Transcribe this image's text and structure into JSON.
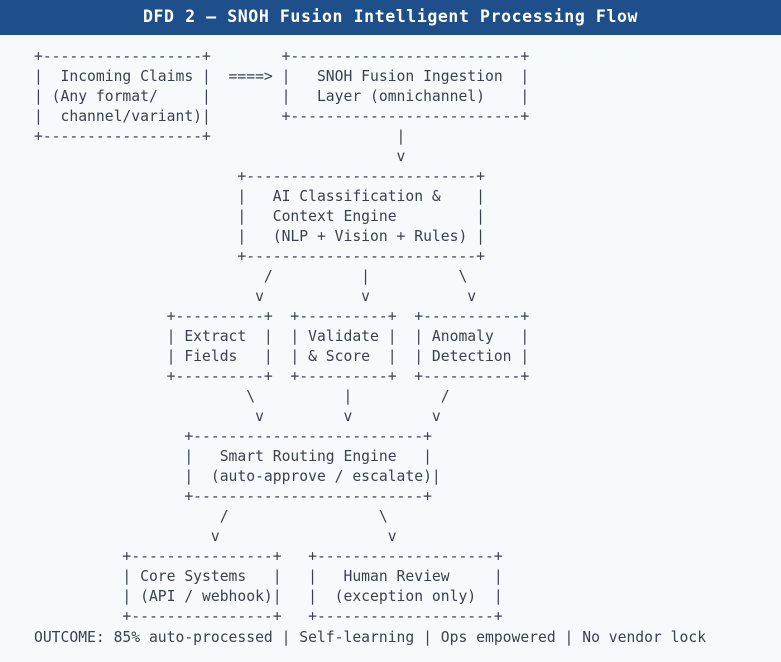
{
  "header": {
    "title": "DFD 2 — SNOH Fusion Intelligent Processing Flow",
    "background_color": "#1e4f8a",
    "text_color": "#ffffff"
  },
  "page": {
    "background_color": "#f7fafd",
    "text_color": "#39424e"
  },
  "diagram": {
    "type": "ascii-data-flow-diagram",
    "nodes": [
      {
        "id": "incoming-claims",
        "lines": [
          "Incoming Claims",
          "(Any format/",
          " channel/variant)"
        ],
        "row": 0,
        "col": 0
      },
      {
        "id": "snoh-fusion-ingestion",
        "lines": [
          "SNOH Fusion Ingestion",
          "Layer (omnichannel)"
        ],
        "row": 0,
        "col": 1
      },
      {
        "id": "ai-classification-context-engine",
        "lines": [
          "AI Classification &",
          "Context Engine",
          "(NLP + Vision + Rules)"
        ],
        "row": 1,
        "col": 0
      },
      {
        "id": "extract-fields",
        "lines": [
          "Extract",
          "Fields"
        ],
        "row": 2,
        "col": 0
      },
      {
        "id": "validate-score",
        "lines": [
          "Validate",
          "& Score"
        ],
        "row": 2,
        "col": 1
      },
      {
        "id": "anomaly-detection",
        "lines": [
          "Anomaly",
          "Detection"
        ],
        "row": 2,
        "col": 2
      },
      {
        "id": "smart-routing-engine",
        "lines": [
          "Smart Routing Engine",
          "(auto-approve / escalate)"
        ],
        "row": 3,
        "col": 0
      },
      {
        "id": "core-systems",
        "lines": [
          "Core Systems",
          "(API / webhook)"
        ],
        "row": 4,
        "col": 0
      },
      {
        "id": "human-review",
        "lines": [
          "Human Review",
          "(exception only)"
        ],
        "row": 4,
        "col": 1
      }
    ],
    "connectors": [
      {
        "from": "incoming-claims",
        "to": "snoh-fusion-ingestion",
        "glyph": "====>"
      },
      {
        "from": "snoh-fusion-ingestion",
        "to": "ai-classification-context-engine",
        "glyph": "|\nv"
      },
      {
        "from": "ai-classification-context-engine",
        "to": "extract-fields",
        "glyph": "/\nv"
      },
      {
        "from": "ai-classification-context-engine",
        "to": "validate-score",
        "glyph": "|\nv"
      },
      {
        "from": "ai-classification-context-engine",
        "to": "anomaly-detection",
        "glyph": "\\\nv"
      },
      {
        "from": "extract-fields",
        "to": "smart-routing-engine",
        "glyph": "\\\nv"
      },
      {
        "from": "validate-score",
        "to": "smart-routing-engine",
        "glyph": "|\nv"
      },
      {
        "from": "anomaly-detection",
        "to": "smart-routing-engine",
        "glyph": "/\nv"
      },
      {
        "from": "smart-routing-engine",
        "to": "core-systems",
        "glyph": "/\nv"
      },
      {
        "from": "smart-routing-engine",
        "to": "human-review",
        "glyph": "\\\nv"
      }
    ],
    "ascii_art": "+------------------+        +--------------------------+\n|  Incoming Claims |  ====> |   SNOH Fusion Ingestion  |\n| (Any format/     |        |   Layer (omnichannel)    |\n|  channel/variant)|        +--------------------------+\n+------------------+                     |\n                                         v\n                       +--------------------------+\n                       |   AI Classification &    |\n                       |   Context Engine         |\n                       |   (NLP + Vision + Rules) |\n                       +--------------------------+\n                          /          |          \\\n                         v           v           v\n               +----------+  +----------+  +-----------+\n               | Extract  |  | Validate |  | Anomaly   |\n               | Fields   |  | & Score  |  | Detection |\n               +----------+  +----------+  +-----------+\n                        \\          |          /\n                         v         v         v\n                 +--------------------------+\n                 |   Smart Routing Engine   |\n                 |  (auto-approve / escalate)|\n                 +--------------------------+\n                     /                 \\\n                    v                   v\n          +----------------+   +--------------------+\n          | Core Systems   |   |   Human Review     |\n          | (API / webhook)|   |  (exception only)  |\n          +----------------+   +--------------------+"
  },
  "outcome": {
    "label": "OUTCOME:",
    "metrics": [
      "85% auto-processed",
      "Self-learning",
      "Ops empowered",
      "No vendor lock"
    ],
    "separator": " | ",
    "text": "OUTCOME: 85% auto-processed | Self-learning | Ops empowered | No vendor lock"
  }
}
